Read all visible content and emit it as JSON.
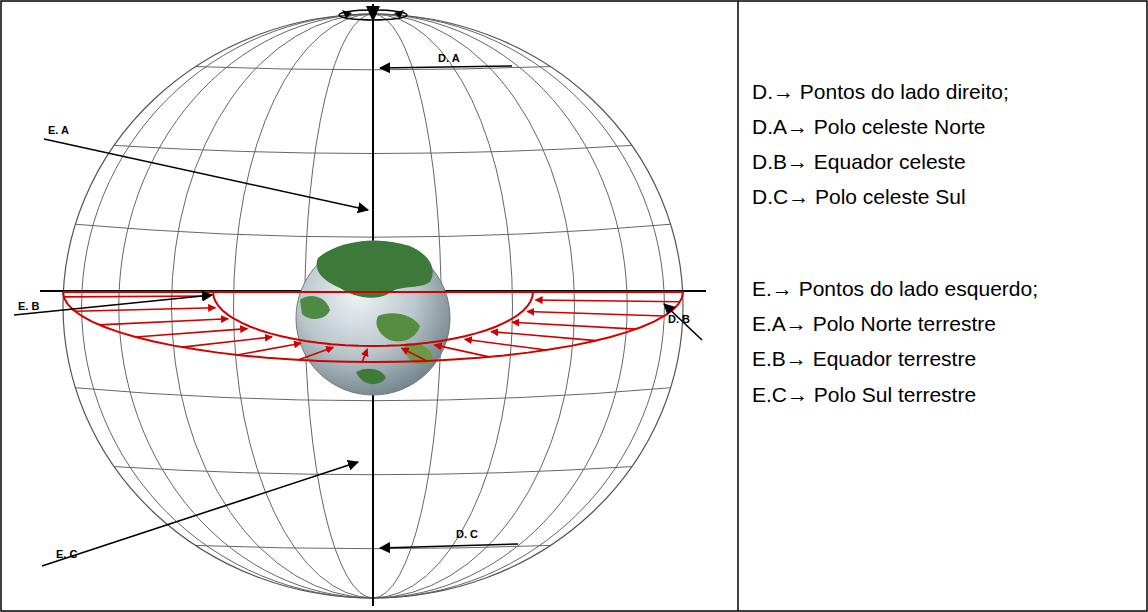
{
  "diagram": {
    "labels": [
      "D. A",
      "E. A",
      "E. B",
      "D. B",
      "E. C",
      "D. C",
      "D.→ Pontos do lado direito;",
      "D.A→ Polo celeste Norte",
      "D.B→ Equador celeste",
      "D.C→ Polo celeste Sul",
      "E.→ Pontos do lado esquerdo;",
      "E.A→ Polo Norte terrestre",
      "E.B→ Equador terrestre",
      "E.C→ Polo Sul terrestre"
    ]
  }
}
